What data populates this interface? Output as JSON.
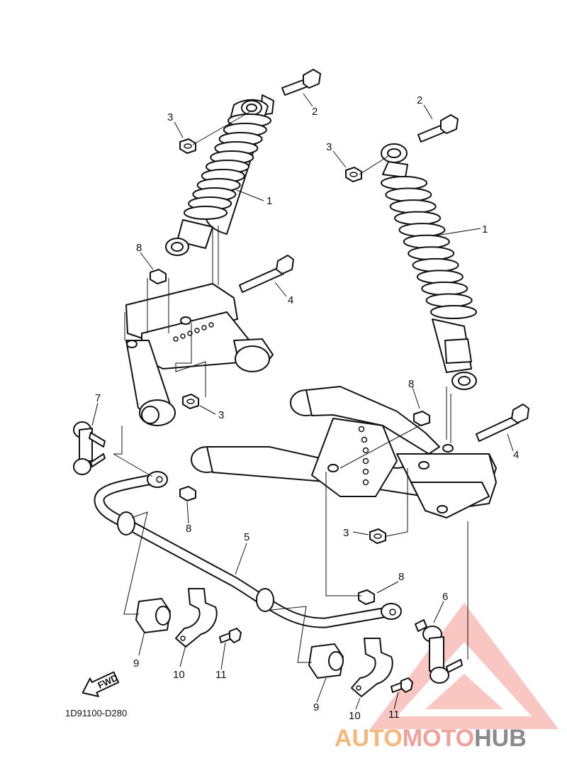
{
  "diagram": {
    "code": "1D91100-D280",
    "fwd_label": "FWD",
    "callouts": {
      "c1a": "1",
      "c1b": "1",
      "c2a": "2",
      "c2b": "2",
      "c3a": "3",
      "c3b": "3",
      "c3c": "3",
      "c3d": "3",
      "c4a": "4",
      "c4b": "4",
      "c5": "5",
      "c6": "6",
      "c7": "7",
      "c8a": "8",
      "c8b": "8",
      "c8c": "8",
      "c8d": "8",
      "c9a": "9",
      "c9b": "9",
      "c10a": "10",
      "c10b": "10",
      "c11a": "11",
      "c11b": "11"
    }
  },
  "watermark": {
    "part1": "AUTO",
    "part2": "MOTO",
    "part3": "HUB",
    "colors": {
      "auto": "#f6b87a",
      "moto": "#f2a09a",
      "hub": "#8a8a8a",
      "triangle": "#f08a84"
    }
  }
}
